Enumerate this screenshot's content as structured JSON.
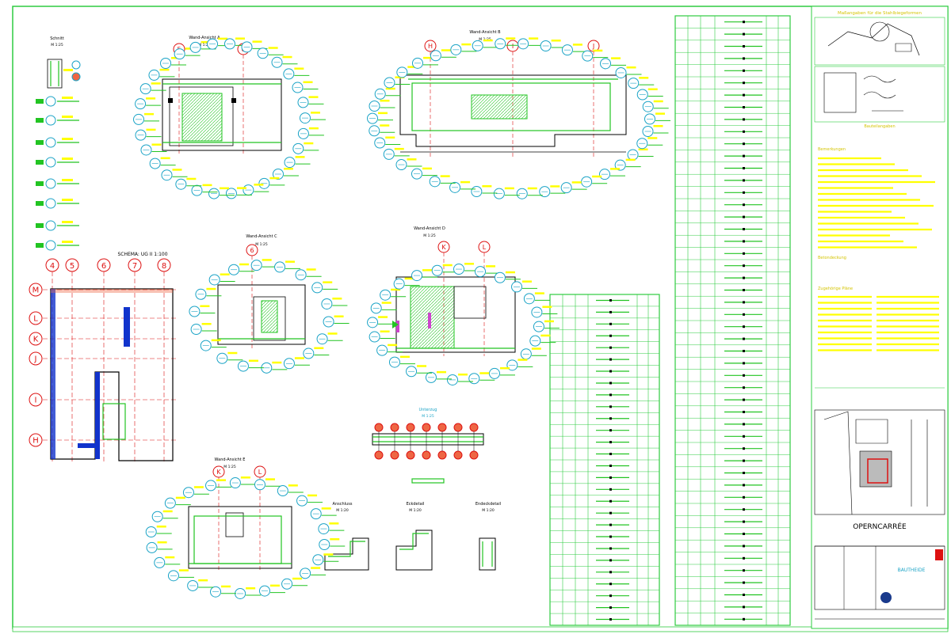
{
  "title_block": {
    "header": "Maßangaben für die Stahlbiegeformen",
    "section_bau": "Bauteilangaben",
    "section_notes": "Bemerkungen",
    "section_betondeckung": "Betondeckung",
    "section_plans": "Zugehörige Pläne",
    "project": "OPERNCARRÉE",
    "company": "BAUTHEIDE"
  },
  "views": {
    "top_left": {
      "title": "Schnitt",
      "scale": "M 1:25"
    },
    "view_a": {
      "title": "Wand-Ansicht A",
      "scale": "M 1:25"
    },
    "view_b": {
      "title": "Wand-Ansicht B",
      "scale": "M 1:25"
    },
    "view_c": {
      "title": "Wand-Ansicht C",
      "scale": "M 1:25"
    },
    "view_d": {
      "title": "Wand-Ansicht D",
      "scale": "M 1:25"
    },
    "view_e": {
      "title": "Wand-Ansicht E",
      "scale": "M 1:25"
    },
    "plan": {
      "title": "SCHEMA: UG II 1:100"
    },
    "beam": {
      "title": "Unterzug",
      "scale": "M 1:25"
    },
    "detail_1": {
      "title": "Anschluss",
      "scale": "M 1:20"
    },
    "detail_2": {
      "title": "Eckdetail",
      "scale": "M 1:20"
    },
    "detail_3": {
      "title": "Endeckdetail",
      "scale": "M 1:20"
    }
  },
  "axes": {
    "cols": [
      "4",
      "5",
      "6",
      "7",
      "8"
    ],
    "rows": [
      "M",
      "L",
      "K",
      "J",
      "I",
      "H"
    ],
    "view_a": [
      "5",
      "6"
    ],
    "view_b": [
      "H",
      "I",
      "J"
    ],
    "view_c": [
      "6"
    ],
    "view_d": [
      "K",
      "L"
    ],
    "view_e": [
      "K",
      "L"
    ]
  },
  "colors": {
    "frame": "#2ecc40",
    "ink": "#000000",
    "rebar": "#22c422",
    "callout": "#1aa3c6",
    "label": "#ffff00",
    "axis": "#dd1111"
  }
}
